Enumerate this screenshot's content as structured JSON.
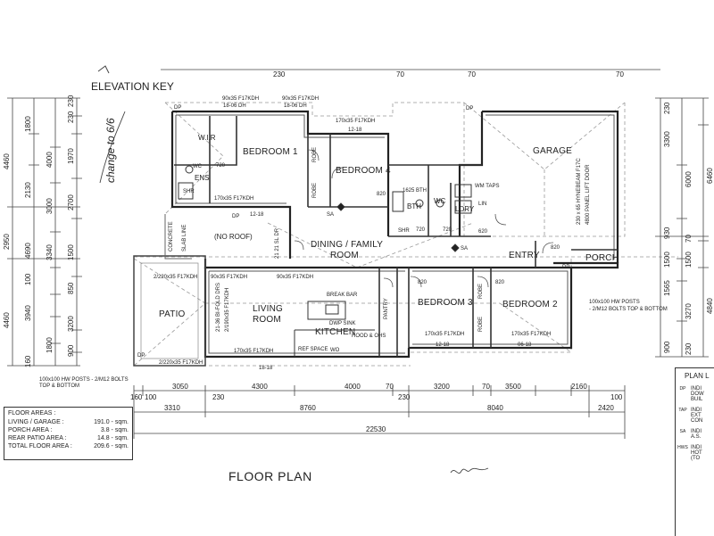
{
  "titles": {
    "elevation_key": "ELEVATION KEY",
    "floor_plan": "FLOOR PLAN",
    "plan_legend": "PLAN L",
    "handwritten_note": "change to 6/6"
  },
  "rooms": {
    "wir": "W.I.R",
    "bedroom1": "BEDROOM 1",
    "ens": "ENS",
    "bedroom4": "BEDROOM 4",
    "garage": "GARAGE",
    "bth": "BTH",
    "wc": "WC",
    "ldry": "LDRY",
    "no_roof": "(NO ROOF)",
    "dining_family_1": "DINING / FAMILY",
    "dining_family_2": "ROOM",
    "entry": "ENTRY",
    "porch": "PORCH",
    "patio": "PATIO",
    "living_1": "LIVING",
    "living_2": "ROOM",
    "kitchen": "KITCHEN",
    "bedroom3": "BEDROOM 3",
    "bedroom2": "BEDROOM 2",
    "pantry": "PANTRY",
    "robe": "ROBE",
    "break_bar": "BREAK BAR",
    "dwp_sink": "DWP  SINK",
    "hood_ohs": "HOOD & OHS",
    "ref_space": "REF SPACE",
    "wo": "WO",
    "concrete": "CONCRETE",
    "slab_line": "SLAB LINE",
    "wm_taps": "WM TAPS",
    "linen": "LIN"
  },
  "labels": {
    "dp": "DP",
    "sa": "SA",
    "shr": "SHR",
    "wc_s": "WC",
    "dh": "18-06 DH",
    "window_90x35": "90x35 F17KDH",
    "lintel_170": "170x35 F17KDH",
    "lintel_220": "2/220x35 F17KDH",
    "dh_12": "12-18",
    "bifold": "21-36 BI-FOLD DRS",
    "lintel_2190": "2/190x35 F17KDH",
    "sl_dr": "21 21 SL DR",
    "posts_left": "100x100 HW POSTS - 2/M12 BOLTS TOP & BOTTOM",
    "posts_right_1": "100x100 HW POSTS",
    "posts_right_2": "- 2/M12 BOLTS TOP & BOTTOM",
    "hyne": "230 x 65 HYNEBEAM F17C",
    "panel_lift": "4800 PANEL LIFT DOOR",
    "bth_lintel": "1625 BTH",
    "n820": "820",
    "n720": "720",
    "n620": "620",
    "n1820": "18-18",
    "n0618": "06-18"
  },
  "dims": {
    "top": [
      "230",
      "70",
      "70",
      "70"
    ],
    "bottom_row1": [
      "3050",
      "4300",
      "4000",
      "3200",
      "3500",
      "2160",
      "100",
      "230",
      "230",
      "70",
      "70",
      "100",
      "160"
    ],
    "bottom_row2": [
      "3310",
      "8760",
      "8040",
      "2420"
    ],
    "overall": "22530",
    "left_outer": [
      "4460",
      "2950",
      "4460"
    ],
    "left_mid": [
      "1800",
      "2130",
      "4000",
      "3000",
      "3340",
      "4690",
      "100",
      "160",
      "3940",
      "1800"
    ],
    "left_inner": [
      "230",
      "1970",
      "2700",
      "1500",
      "850",
      "3200",
      "900",
      "230"
    ],
    "right_outer": [
      "6460",
      "4840"
    ],
    "right_mid": [
      "3300",
      "6000",
      "930",
      "1500",
      "1565",
      "3270",
      "900"
    ],
    "right_inner": [
      "230",
      "1500",
      "70",
      "230"
    ]
  },
  "floor_areas": {
    "heading": "FLOOR AREAS :",
    "rows": [
      {
        "label": "LIVING / GARAGE :",
        "value": "191.0 - sqm."
      },
      {
        "label": "PORCH AREA :",
        "value": "3.8 - sqm."
      },
      {
        "label": "REAR PATIO AREA :",
        "value": "14.8 - sqm."
      },
      {
        "label": "TOTAL FLOOR AREA :",
        "value": "209.6 - sqm."
      }
    ]
  },
  "legend": [
    {
      "sym": "DP",
      "text": "INDI DOW BUIL"
    },
    {
      "sym": "TAP",
      "text": "INDI EXT CON"
    },
    {
      "sym": "SA",
      "text": "INDI A.S."
    },
    {
      "sym": "HWS",
      "text": "INDI HOT (TO"
    }
  ]
}
